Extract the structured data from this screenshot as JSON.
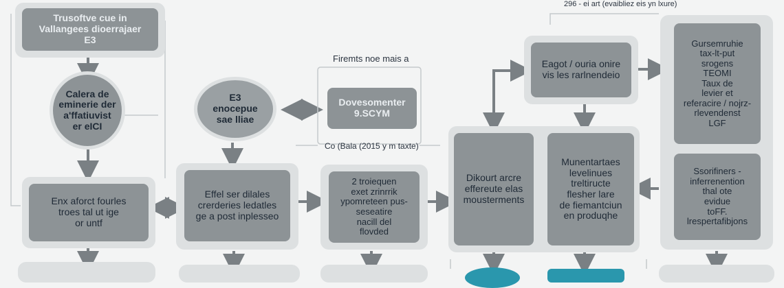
{
  "nodes": {
    "top_left": "Trusoftve cue in\nVallangees dioerrajaer\nE3",
    "circle_left": "Calera de\neminerie der\na'ffatiuvist\ner eICI",
    "box_left_mid": "Enx aforct fourles\ntroes tal ut ige\nor untf",
    "circle_mid": "E3\nenocepue\nsae lliae",
    "box_mid_left": "Effel ser dilales\ncrerderies ledatles\nge a post inplesseo",
    "box_mid_top": "Dovesomenter\n9.SCYM",
    "box_mid_center": "2 troiequen\nexet zrinrrik\nypomreteen pus-\nseseatire\nnacill del\nflovded",
    "box_center_right": "Dikourt arcre\neffereute elas\nmousterments",
    "box_top_right": "Eagot / ouria onire\nvis les rarlnendeio",
    "box_right_mid": "Munentartaes\nlevelinues\ntreltiructe\nflesher lare\nde fiemantciun\nen produqhe",
    "box_far_right_top": "Gursemruhie\ntax-lt-put\nsrogens\nTEOMI\nTaux de\nlevier et\nreferacire / nojrz-\nrlevendenst\nLGF",
    "box_far_right_bottom": "Ssorifiners -\ninferrenention\nthal ote\nevidue\ntoFF.\nlrespertafibjons"
  },
  "labels": {
    "top_note": "296 - ei art (evaibliez eis yn lxure)",
    "frame_mid_title": "Firemts noe mais a",
    "frame_mid_caption": "Co (Bala (2015 y m taxte)"
  },
  "colors": {
    "background": "#f3f4f4",
    "frame": "#dde0e1",
    "box": "#8d9396",
    "connector": "#7a8084",
    "accent": "#2a97ad"
  }
}
